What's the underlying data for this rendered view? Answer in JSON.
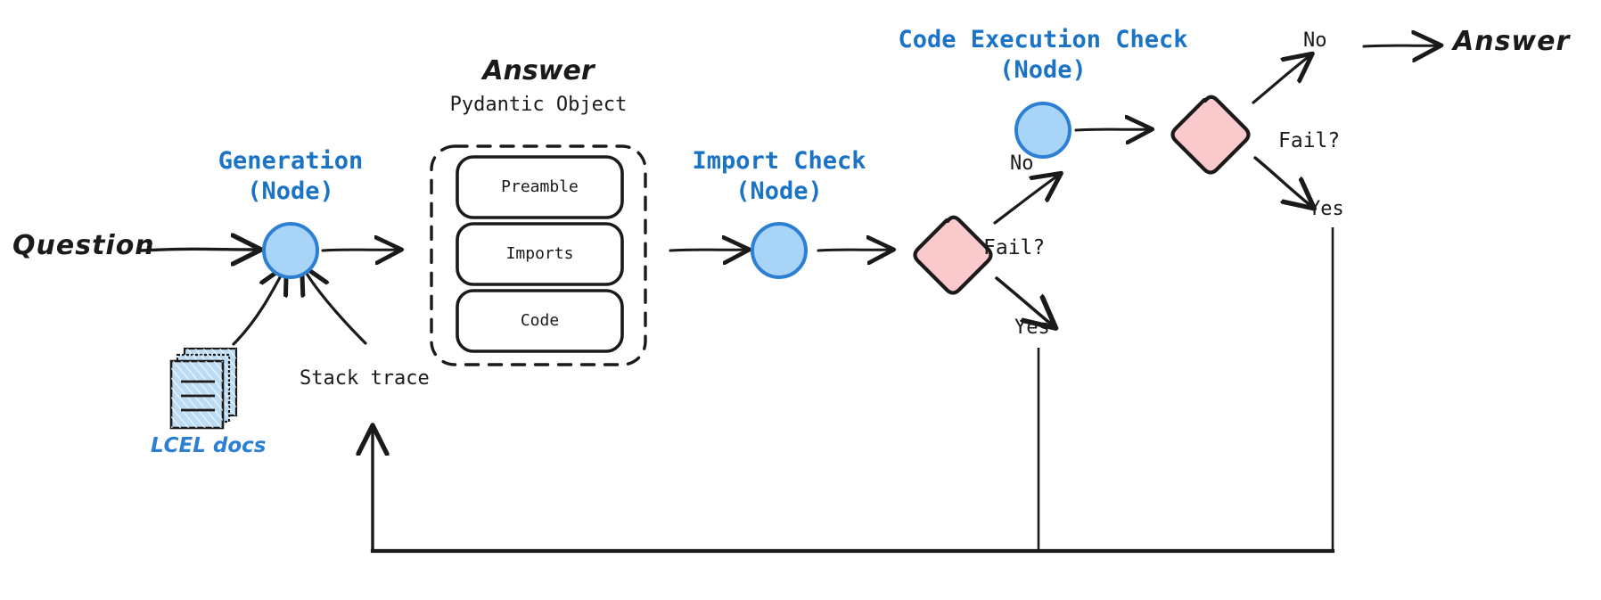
{
  "diagram": {
    "title": "LangGraph code generation flow",
    "colors": {
      "node_fill": "#a8d5f7",
      "node_stroke": "#2d7fd3",
      "decision_fill": "#f9c9cc",
      "decision_stroke": "#1a1a1a",
      "accent_blue": "#1a73c4",
      "ink": "#1a1a1a",
      "doc_fill": "#bcdcf5"
    },
    "entry": {
      "label": "Question"
    },
    "exit": {
      "label": "Answer"
    },
    "nodes": [
      {
        "id": "generation",
        "title_line1": "Generation",
        "title_line2": "(Node)",
        "shape": "circle"
      },
      {
        "id": "import-check",
        "title_line1": "Import Check",
        "title_line2": "(Node)",
        "shape": "circle"
      },
      {
        "id": "code-execution-check",
        "title_line1": "Code Execution Check",
        "title_line2": "(Node)",
        "shape": "circle"
      }
    ],
    "decisions": [
      {
        "id": "import-fail",
        "question": "Fail?",
        "branch_no": "No",
        "branch_yes": "Yes"
      },
      {
        "id": "exec-fail",
        "question": "Fail?",
        "branch_no": "No",
        "branch_yes": "Yes"
      }
    ],
    "pydantic_object": {
      "title": "Answer",
      "subtitle": "Pydantic Object",
      "fields": [
        "Preamble",
        "Imports",
        "Code"
      ]
    },
    "documents": {
      "label": "LCEL docs"
    },
    "feedback": {
      "label": "Stack trace"
    }
  }
}
